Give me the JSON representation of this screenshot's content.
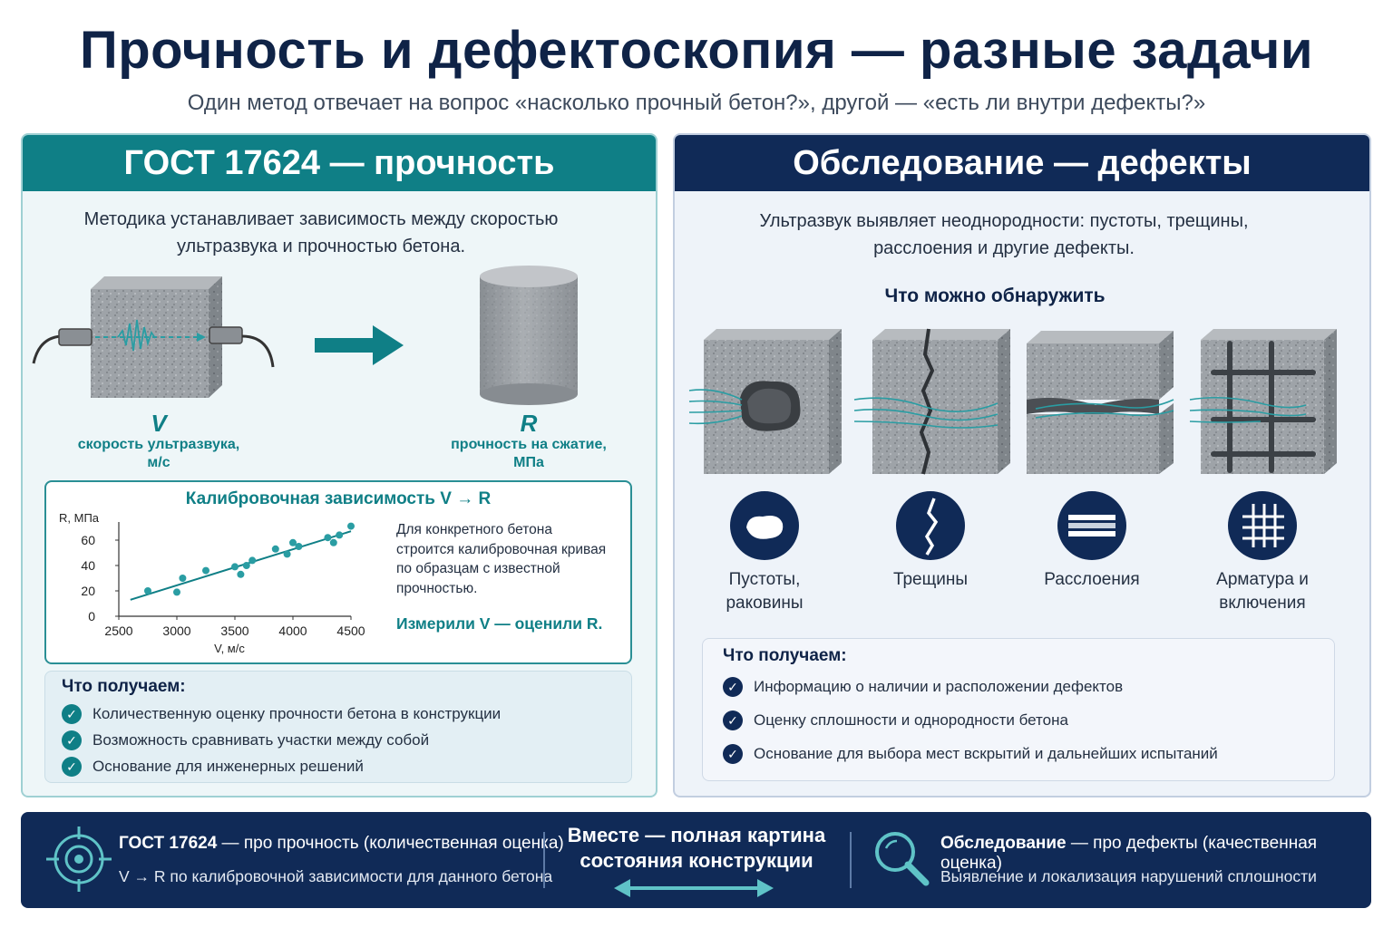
{
  "title": "Прочность и дефектоскопия — разные задачи",
  "subtitle": "Один метод отвечает на вопрос «насколько прочный бетон?», другой — «есть ли внутри дефекты?»",
  "left": {
    "header": "ГОСТ 17624 — прочность",
    "intro_line1": "Методика устанавливает зависимость между скоростью",
    "intro_line2": "ультразвука и прочностью бетона.",
    "v_symbol": "V",
    "v_caption_line1": "скорость ультразвука,",
    "v_caption_line2": "м/с",
    "r_symbol": "R",
    "r_caption_line1": "прочность на сжатие,",
    "r_caption_line2": "МПа",
    "calibration": {
      "title": "Калибровочная зависимость V → R",
      "desc_lines": [
        "Для конкретного бетона",
        "строится калибровочная кривая",
        "по образцам с известной",
        "прочностью."
      ],
      "accent": "Измерили V — оценили R."
    },
    "get": {
      "title": "Что получаем:",
      "items": [
        "Количественную оценку прочности бетона в конструкции",
        "Возможность сравнивать участки между собой",
        "Основание для инженерных решений"
      ]
    }
  },
  "chart_data": {
    "type": "scatter",
    "xlabel": "V, м/с",
    "ylabel": "R, МПа",
    "xlim": [
      2500,
      4500
    ],
    "ylim": [
      0,
      70
    ],
    "x_ticks": [
      2500,
      3000,
      3500,
      4000,
      4500
    ],
    "y_ticks": [
      0,
      20,
      40,
      60
    ],
    "points": [
      {
        "x": 2750,
        "y": 20
      },
      {
        "x": 3000,
        "y": 19
      },
      {
        "x": 3050,
        "y": 30
      },
      {
        "x": 3250,
        "y": 36
      },
      {
        "x": 3500,
        "y": 39
      },
      {
        "x": 3550,
        "y": 33
      },
      {
        "x": 3600,
        "y": 40
      },
      {
        "x": 3650,
        "y": 44
      },
      {
        "x": 3850,
        "y": 53
      },
      {
        "x": 3950,
        "y": 49
      },
      {
        "x": 4000,
        "y": 58
      },
      {
        "x": 4050,
        "y": 55
      },
      {
        "x": 4300,
        "y": 62
      },
      {
        "x": 4350,
        "y": 58
      },
      {
        "x": 4400,
        "y": 64
      },
      {
        "x": 4500,
        "y": 71
      }
    ],
    "trend": {
      "x": [
        2600,
        4500
      ],
      "y": [
        13,
        67
      ]
    }
  },
  "right": {
    "header": "Обследование — дефекты",
    "intro_line1": "Ультразвук выявляет неоднородности: пустоты, трещины,",
    "intro_line2": "расслоения и другие дефекты.",
    "detect_title": "Что можно обнаружить",
    "defects": [
      {
        "line1": "Пустоты,",
        "line2": "раковины"
      },
      {
        "line1": "Трещины",
        "line2": ""
      },
      {
        "line1": "Расслоения",
        "line2": ""
      },
      {
        "line1": "Арматура и",
        "line2": "включения"
      }
    ],
    "get": {
      "title": "Что получаем:",
      "items": [
        "Информацию о наличии и расположении дефектов",
        "Оценку сплошности и однородности бетона",
        "Основание для выбора мест вскрытий и дальнейших испытаний"
      ]
    }
  },
  "footer": {
    "left_bold": "ГОСТ 17624",
    "left_rest": " — про прочность (количественная оценка)",
    "left_line2": "V → R по калибровочной зависимости для данного бетона",
    "center_line1": "Вместе — полная картина",
    "center_line2": "состояния конструкции",
    "right_bold": "Обследование",
    "right_rest": " — про дефекты (качественная оценка)",
    "right_line2": "Выявление и локализация нарушений сплошности"
  },
  "colors": {
    "teal": "#0f7f86",
    "navy": "#102a57",
    "wave": "#2a9da3"
  }
}
